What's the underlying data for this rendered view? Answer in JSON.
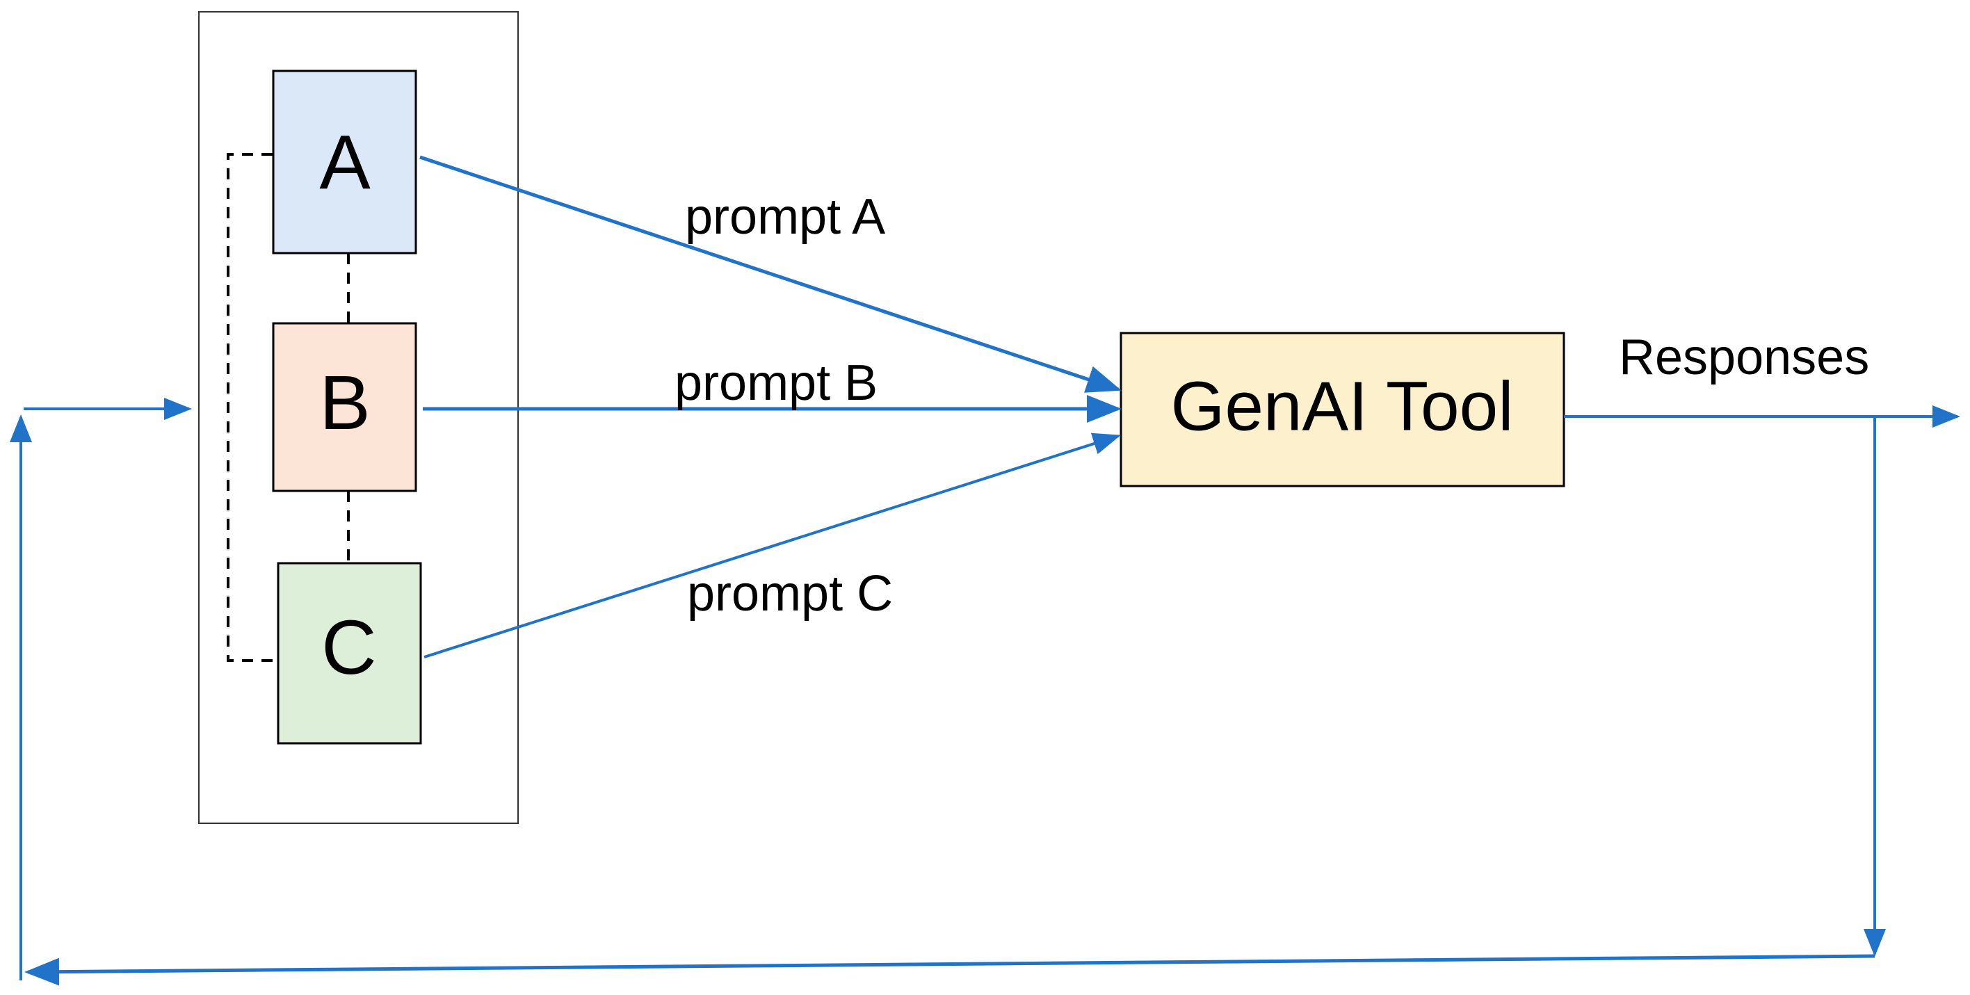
{
  "nodes": {
    "a": {
      "label": "A",
      "fill": "#dae8f7"
    },
    "b": {
      "label": "B",
      "fill": "#fce5d6"
    },
    "c": {
      "label": "C",
      "fill": "#deefd9"
    },
    "tool": {
      "label": "GenAI Tool",
      "fill": "#fdf1cd"
    }
  },
  "edges": {
    "prompt_a": {
      "label": "prompt A"
    },
    "prompt_b": {
      "label": "prompt B"
    },
    "prompt_c": {
      "label": "prompt C"
    },
    "responses": {
      "label": "Responses"
    }
  },
  "colors": {
    "arrow": "#2073c8",
    "outline": "#000000",
    "container_border": "#333333"
  }
}
